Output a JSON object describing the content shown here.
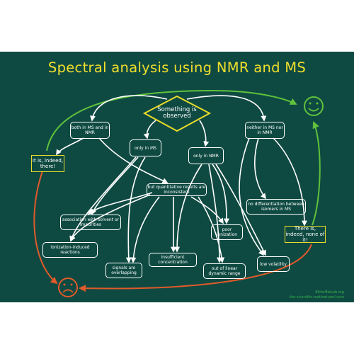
{
  "title": "Spectral analysis using NMR and MS",
  "start": "Something is observed",
  "nodes": {
    "both": "both in MS and in NMR",
    "only_ms": "only in MS",
    "only_nmr": "only in NMR",
    "neither": "neither in MS nor in NMR",
    "quant_inconsistent": "but quantitative results are inconsistent",
    "no_diff": "no differentiation between isomers in MS",
    "association": "association with solvent or impurities",
    "poor_ionization": "poor ionization",
    "ionization_reactions": "ionization-induced reactions",
    "signals_overlapping": "signals are overlapping",
    "insufficient_conc": "insufficient concentration",
    "linear_range": "out of linear dynamic range",
    "low_volatility": "low volatility"
  },
  "results": {
    "there": "It is, indeed, there!",
    "none": "There is, indeed, none of it!"
  },
  "credit": {
    "line1": "BitterBioLab.org",
    "line2": "the-scientific-method-perl.com"
  },
  "colors": {
    "board": "#0f4a42",
    "title": "#f1df2c",
    "happy": "#5fc13c",
    "sad": "#e05a2a",
    "wire": "#ffffff"
  },
  "icons": {
    "happy": "smiley-face-icon",
    "sad": "sad-face-icon"
  }
}
